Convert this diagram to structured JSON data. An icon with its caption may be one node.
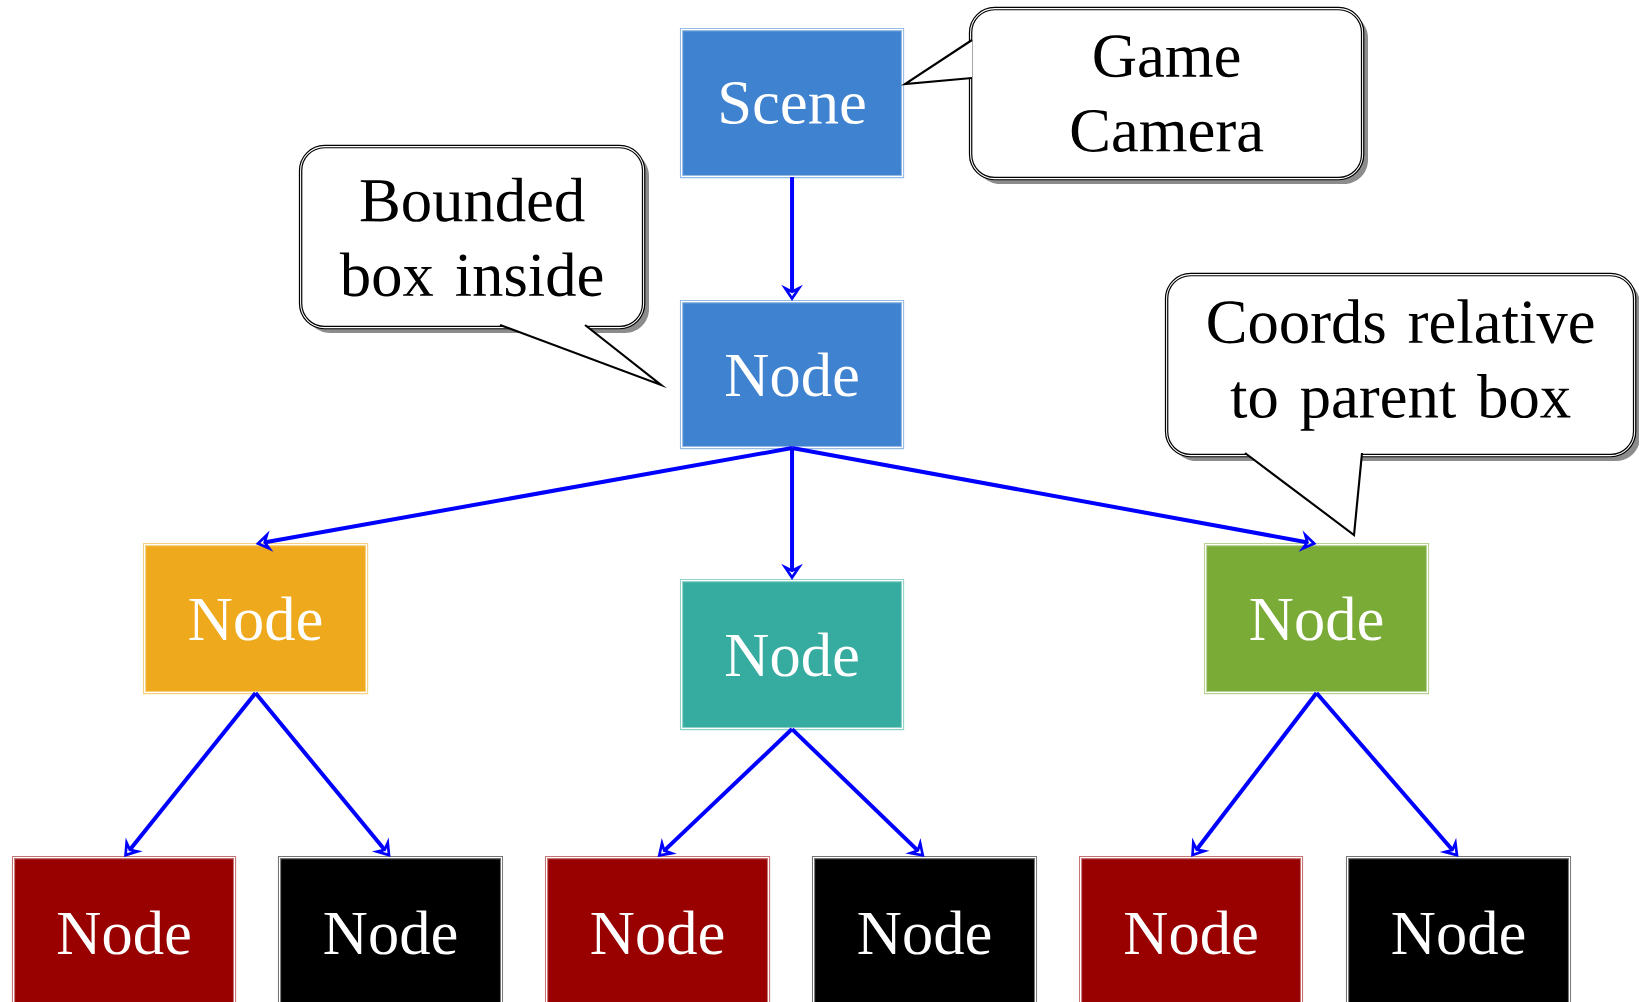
{
  "diagram": {
    "nodes": [
      {
        "text": [
          "Scene"
        ]
      },
      {
        "text": [
          "Game Camera"
        ]
      },
      {
        "text": [
          "Bounded box inside"
        ]
      },
      {
        "text": [
          "Node"
        ]
      },
      {
        "text": [
          "Coords relative to parent box"
        ]
      },
      {
        "text": [
          "Node"
        ]
      },
      {
        "text": [
          "Node"
        ]
      },
      {
        "text": [
          "Node"
        ]
      },
      {
        "text": [
          "Node"
        ]
      },
      {
        "text": [
          "Node"
        ]
      },
      {
        "text": [
          "Node"
        ]
      },
      {
        "text": [
          "Node"
        ]
      },
      {
        "text": [
          "Node"
        ]
      },
      {
        "text": [
          "Node"
        ]
      }
    ],
    "edges": [
      {
        "from": 0,
        "to": 3,
        "arrow": "to"
      },
      {
        "from": 3,
        "to": 5,
        "arrow": "to"
      },
      {
        "from": 3,
        "to": 6,
        "arrow": "to"
      },
      {
        "from": 3,
        "to": 7,
        "arrow": "to"
      },
      {
        "from": 5,
        "to": 8,
        "arrow": "to"
      },
      {
        "from": 5,
        "to": 9,
        "arrow": "to"
      },
      {
        "from": 6,
        "to": 10,
        "arrow": "to"
      },
      {
        "from": 6,
        "to": 11,
        "arrow": "to"
      },
      {
        "from": 7,
        "to": 12,
        "arrow": "to"
      },
      {
        "from": 7,
        "to": 13,
        "arrow": "to"
      }
    ]
  }
}
